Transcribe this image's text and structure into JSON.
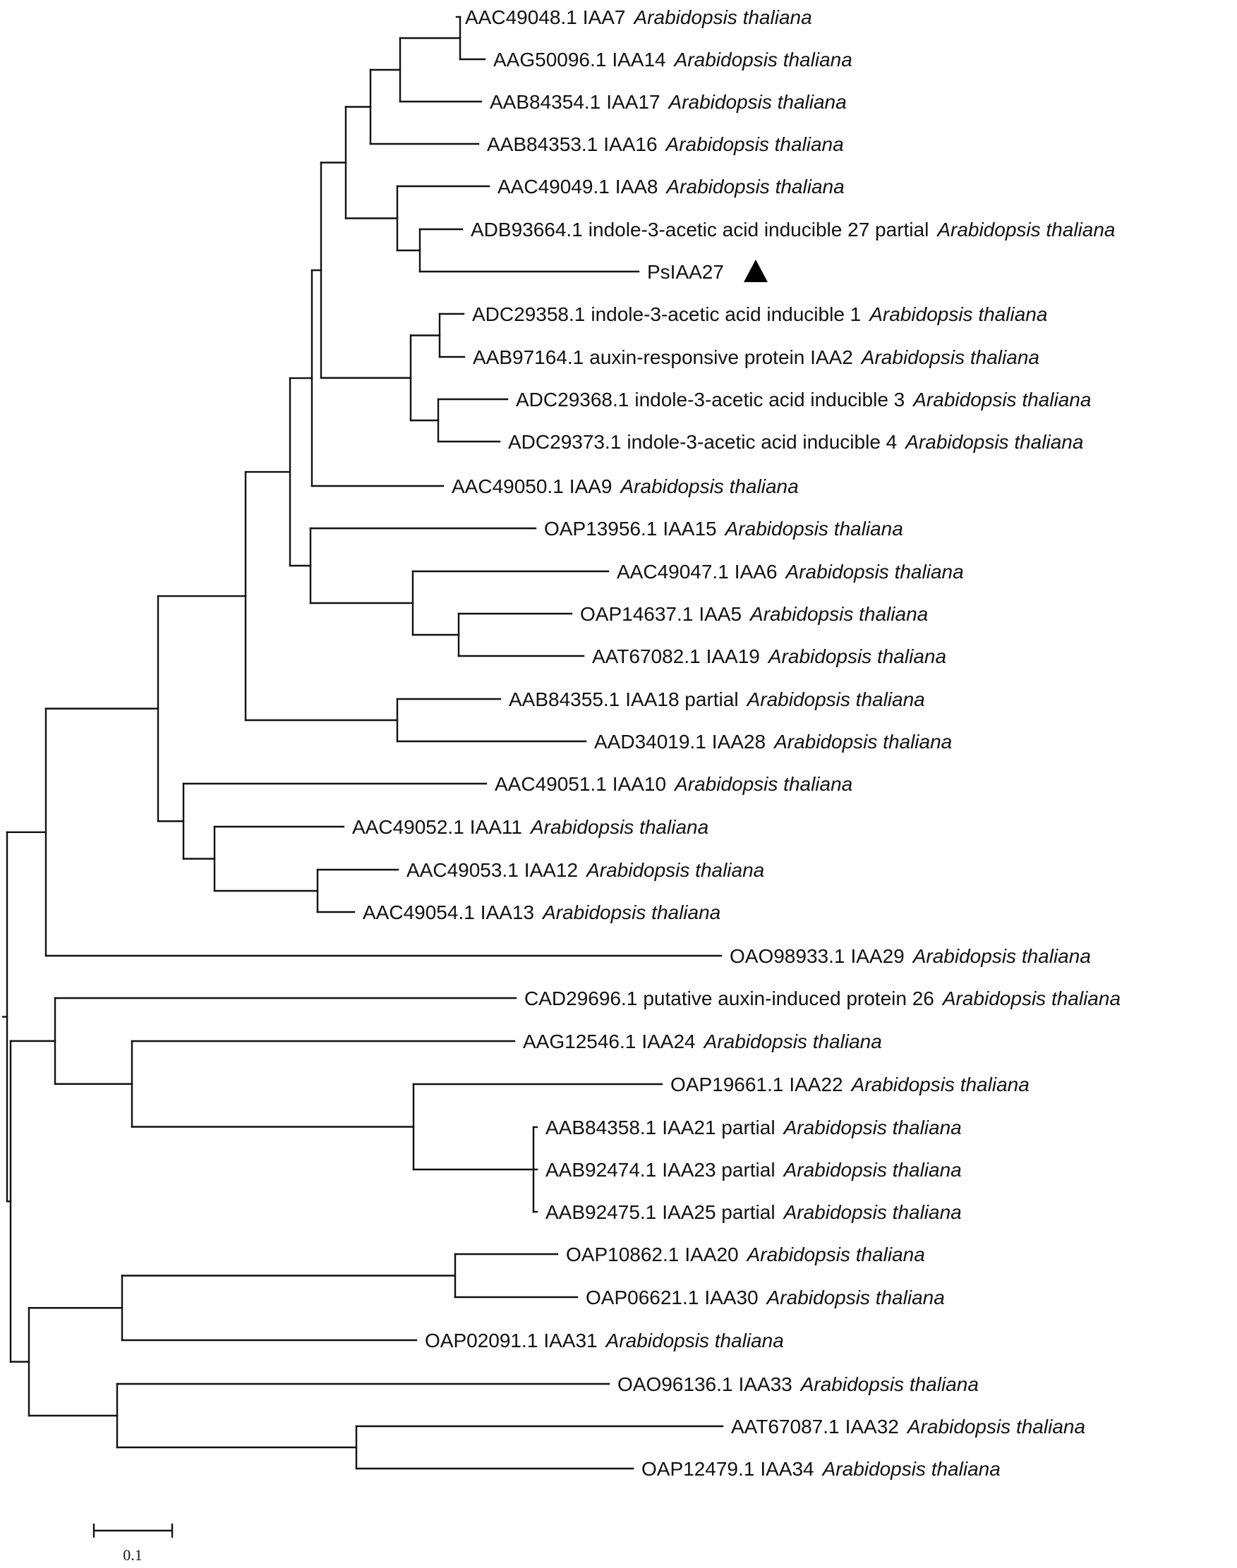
{
  "tree": {
    "leaves": [
      {
        "id": "AAC49048.1",
        "gene": "IAA7",
        "species": "Arabidopsis thaliana"
      },
      {
        "id": "AAG50096.1",
        "gene": "IAA14",
        "species": "Arabidopsis thaliana"
      },
      {
        "id": "AAB84354.1",
        "gene": "IAA17",
        "species": "Arabidopsis thaliana"
      },
      {
        "id": "AAB84353.1",
        "gene": "IAA16",
        "species": "Arabidopsis thaliana"
      },
      {
        "id": "AAC49049.1",
        "gene": "IAA8",
        "species": "Arabidopsis thaliana"
      },
      {
        "id": "ADB93664.1",
        "gene": "indole-3-acetic acid inducible 27 partial",
        "species": "Arabidopsis thaliana"
      },
      {
        "id": "PsIAA27",
        "gene": "",
        "species": "",
        "marker": "triangle"
      },
      {
        "id": "ADC29358.1",
        "gene": "indole-3-acetic acid inducible 1",
        "species": "Arabidopsis thaliana"
      },
      {
        "id": "AAB97164.1",
        "gene": "auxin-responsive protein IAA2",
        "species": "Arabidopsis thaliana"
      },
      {
        "id": "ADC29368.1",
        "gene": "indole-3-acetic acid inducible 3",
        "species": "Arabidopsis thaliana"
      },
      {
        "id": "ADC29373.1",
        "gene": "indole-3-acetic acid inducible 4",
        "species": "Arabidopsis thaliana"
      },
      {
        "id": "AAC49050.1",
        "gene": "IAA9",
        "species": "Arabidopsis thaliana"
      },
      {
        "id": "OAP13956.1",
        "gene": "IAA15",
        "species": "Arabidopsis thaliana"
      },
      {
        "id": "AAC49047.1",
        "gene": "IAA6",
        "species": "Arabidopsis thaliana"
      },
      {
        "id": "OAP14637.1",
        "gene": "IAA5",
        "species": "Arabidopsis thaliana"
      },
      {
        "id": "AAT67082.1",
        "gene": "IAA19",
        "species": "Arabidopsis thaliana"
      },
      {
        "id": "AAB84355.1",
        "gene": "IAA18 partial",
        "species": "Arabidopsis thaliana"
      },
      {
        "id": "AAD34019.1",
        "gene": "IAA28",
        "species": "Arabidopsis thaliana"
      },
      {
        "id": "AAC49051.1",
        "gene": "IAA10",
        "species": "Arabidopsis thaliana"
      },
      {
        "id": "AAC49052.1",
        "gene": "IAA11",
        "species": "Arabidopsis thaliana"
      },
      {
        "id": "AAC49053.1",
        "gene": "IAA12",
        "species": "Arabidopsis thaliana"
      },
      {
        "id": "AAC49054.1",
        "gene": "IAA13",
        "species": "Arabidopsis thaliana"
      },
      {
        "id": "OAO98933.1",
        "gene": "IAA29",
        "species": "Arabidopsis thaliana"
      },
      {
        "id": "CAD29696.1",
        "gene": "putative auxin-induced protein 26",
        "species": "Arabidopsis thaliana"
      },
      {
        "id": "AAG12546.1",
        "gene": "IAA24",
        "species": "Arabidopsis thaliana"
      },
      {
        "id": "OAP19661.1",
        "gene": "IAA22",
        "species": "Arabidopsis thaliana"
      },
      {
        "id": "AAB84358.1",
        "gene": "IAA21 partial",
        "species": "Arabidopsis thaliana"
      },
      {
        "id": "AAB92474.1",
        "gene": "IAA23 partial",
        "species": "Arabidopsis thaliana"
      },
      {
        "id": "AAB92475.1",
        "gene": "IAA25 partial",
        "species": "Arabidopsis thaliana"
      },
      {
        "id": "OAP10862.1",
        "gene": "IAA20",
        "species": "Arabidopsis thaliana"
      },
      {
        "id": "OAP06621.1",
        "gene": "IAA30",
        "species": "Arabidopsis thaliana"
      },
      {
        "id": "OAP02091.1",
        "gene": "IAA31",
        "species": "Arabidopsis thaliana"
      },
      {
        "id": "OAO96136.1",
        "gene": "IAA33",
        "species": "Arabidopsis thaliana"
      },
      {
        "id": "AAT67087.1",
        "gene": "IAA32",
        "species": "Arabidopsis thaliana"
      },
      {
        "id": "OAP12479.1",
        "gene": "IAA34",
        "species": "Arabidopsis thaliana"
      }
    ],
    "scale_bar": {
      "label": "0.1",
      "value": 0.1
    }
  }
}
